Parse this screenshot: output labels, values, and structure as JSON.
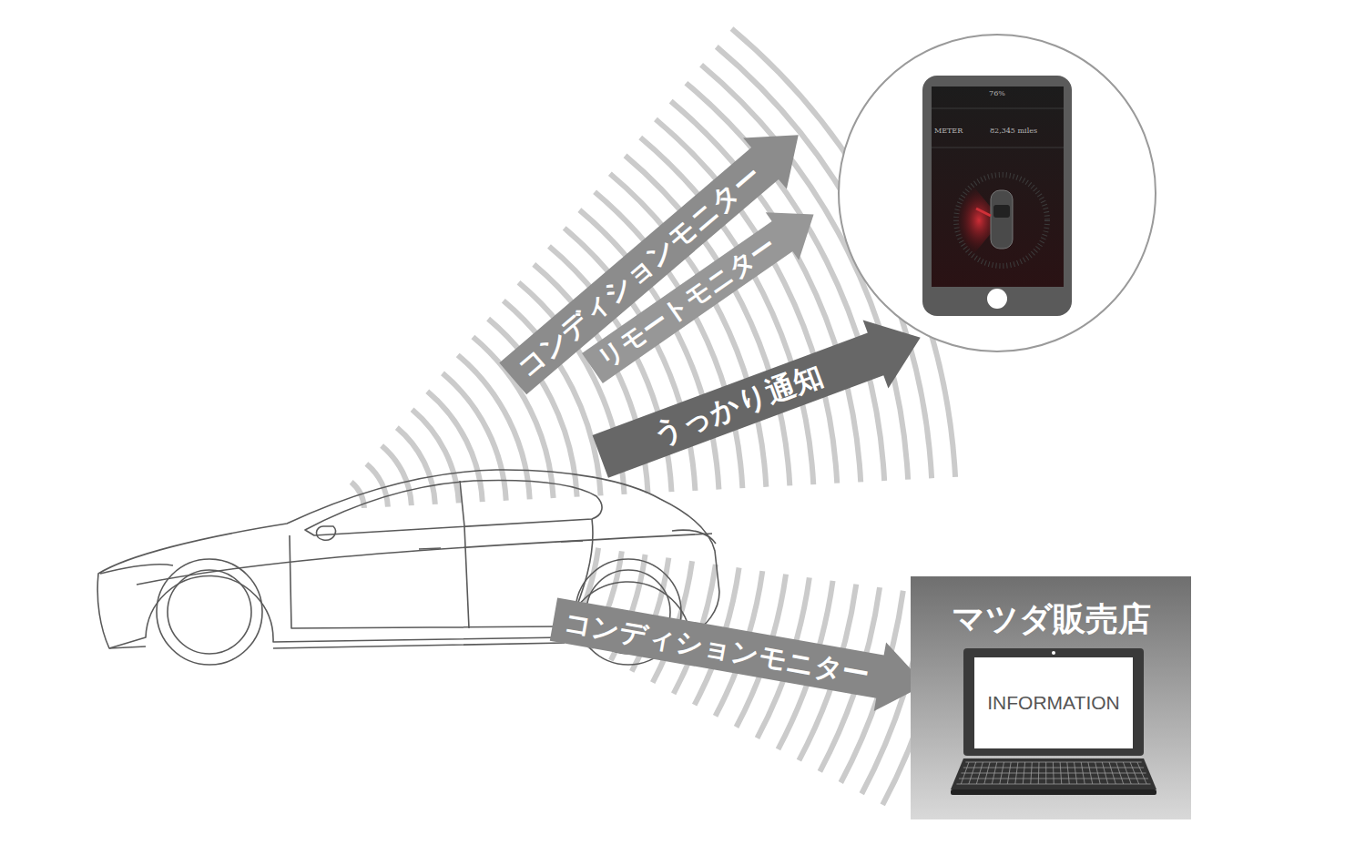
{
  "diagram": {
    "nodes": [
      {
        "text": [
          "76%",
          "METER",
          "82,345 miles"
        ]
      },
      {
        "text": [
          "コンディションモニター"
        ]
      },
      {
        "text": [
          "リモートモニター"
        ]
      },
      {
        "text": [
          "うっかり通知"
        ]
      },
      {
        "text": [
          "コンディションモニター"
        ]
      },
      {
        "text": [
          "マツダ販売店"
        ]
      },
      {
        "text": [
          "INFORMATION"
        ],
        "in": 5
      }
    ]
  }
}
